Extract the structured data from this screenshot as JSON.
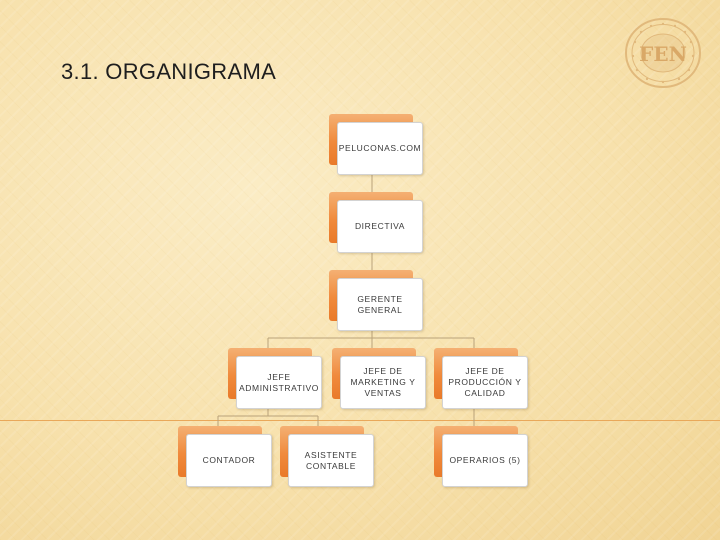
{
  "slide": {
    "title": "3.1. ORGANIGRAMA"
  },
  "logo": {
    "description_icon": "fen-seal-icon",
    "text": "FEN",
    "color": "#d9a867"
  },
  "colors": {
    "accent": "#f08a3c",
    "rule": "#e9a85a",
    "box_fill": "#ffffff"
  },
  "org": {
    "top": "PELUCONAS.COM",
    "directiva": "DIRECTIVA",
    "gerente": "GERENTE GENERAL",
    "jefe_admin": "JEFE ADMINISTRATIVO",
    "jefe_marketing": "JEFE DE MARKETING Y VENTAS",
    "jefe_produccion": "JEFE DE PRODUCCIÓN Y CALIDAD",
    "contador": "CONTADOR",
    "asistente": "ASISTENTE CONTABLE",
    "operarios": "OPERARIOS (5)"
  }
}
